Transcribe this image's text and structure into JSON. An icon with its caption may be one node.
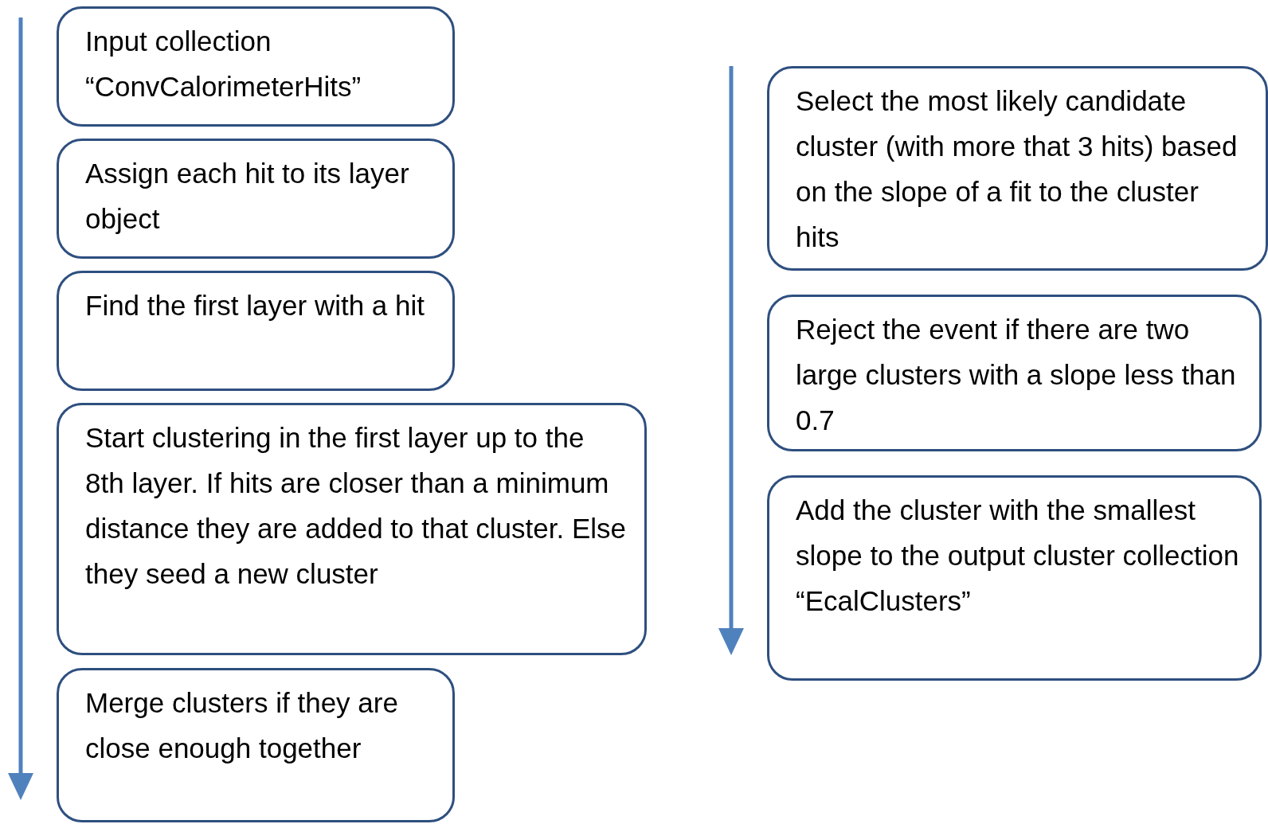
{
  "diagram": {
    "nodes": [
      {
        "text": [
          "Input collection “ConvCalorimeterHits”"
        ]
      },
      {
        "text": [
          "Assign each hit to its layer object"
        ]
      },
      {
        "text": [
          "Find the first layer with a hit"
        ]
      },
      {
        "text": [
          "Start clustering in the first layer up to the 8th layer. If hits are closer than a minimum distance they are added to that cluster. Else they seed a new cluster"
        ]
      },
      {
        "text": [
          "Merge clusters if they are close enough together"
        ]
      },
      {
        "text": [
          "Select the most likely candidate cluster (with more that 3 hits) based on the slope of a fit to the cluster hits"
        ]
      },
      {
        "text": [
          "Reject the event if there are two large clusters with a slope less than 0.7"
        ]
      },
      {
        "text": [
          "Add the cluster with the smallest slope to the output cluster collection “EcalClusters”"
        ]
      }
    ]
  }
}
